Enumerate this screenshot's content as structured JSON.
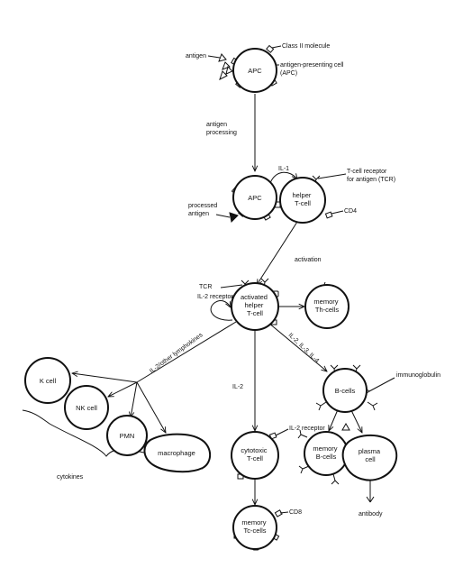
{
  "nodes": {
    "apc_top": "APC",
    "apc_mid": "APC",
    "helper": [
      "helper",
      "T-cell"
    ],
    "activated": [
      "activated",
      "helper",
      "T-cell"
    ],
    "memory_th": [
      "memory",
      "Th-cells"
    ],
    "k_cell": "K cell",
    "nk_cell": "NK cell",
    "pmn": "PMN",
    "macrophage": "macrophage",
    "b_cells": "B-cells",
    "cytotoxic": [
      "cytotoxic",
      "T-cell"
    ],
    "memory_b": [
      "memory",
      "B-cells"
    ],
    "plasma": [
      "plasma",
      "cell"
    ],
    "memory_tc": [
      "memory",
      "Tc-cells"
    ]
  },
  "labels": {
    "class_ii": "Class II molecule",
    "antigen": "antigen",
    "apc_def": [
      "antigen-presenting cell",
      "(APC)"
    ],
    "antigen_processing": [
      "antigen",
      "processing"
    ],
    "il1": "IL-1",
    "tcr_def": [
      "T-cell receptor",
      "for antigen (TCR)"
    ],
    "processed_antigen": [
      "processed",
      "antigen"
    ],
    "cd4": "CD4",
    "activation": "activation",
    "tcr": "TCR",
    "il2_receptor_top": "IL-2 receptor",
    "il2_lymphokines": "IL-2/other lymphokines",
    "il2_il3_il4": "IL-2, IL-3, IL-4",
    "immunoglobulin": "immunoglobulin",
    "il2": "IL-2",
    "il2_receptor_low": "IL-2 receptor",
    "cytokines": "cytokines",
    "cd8": "CD8",
    "antibody": "antibody"
  }
}
